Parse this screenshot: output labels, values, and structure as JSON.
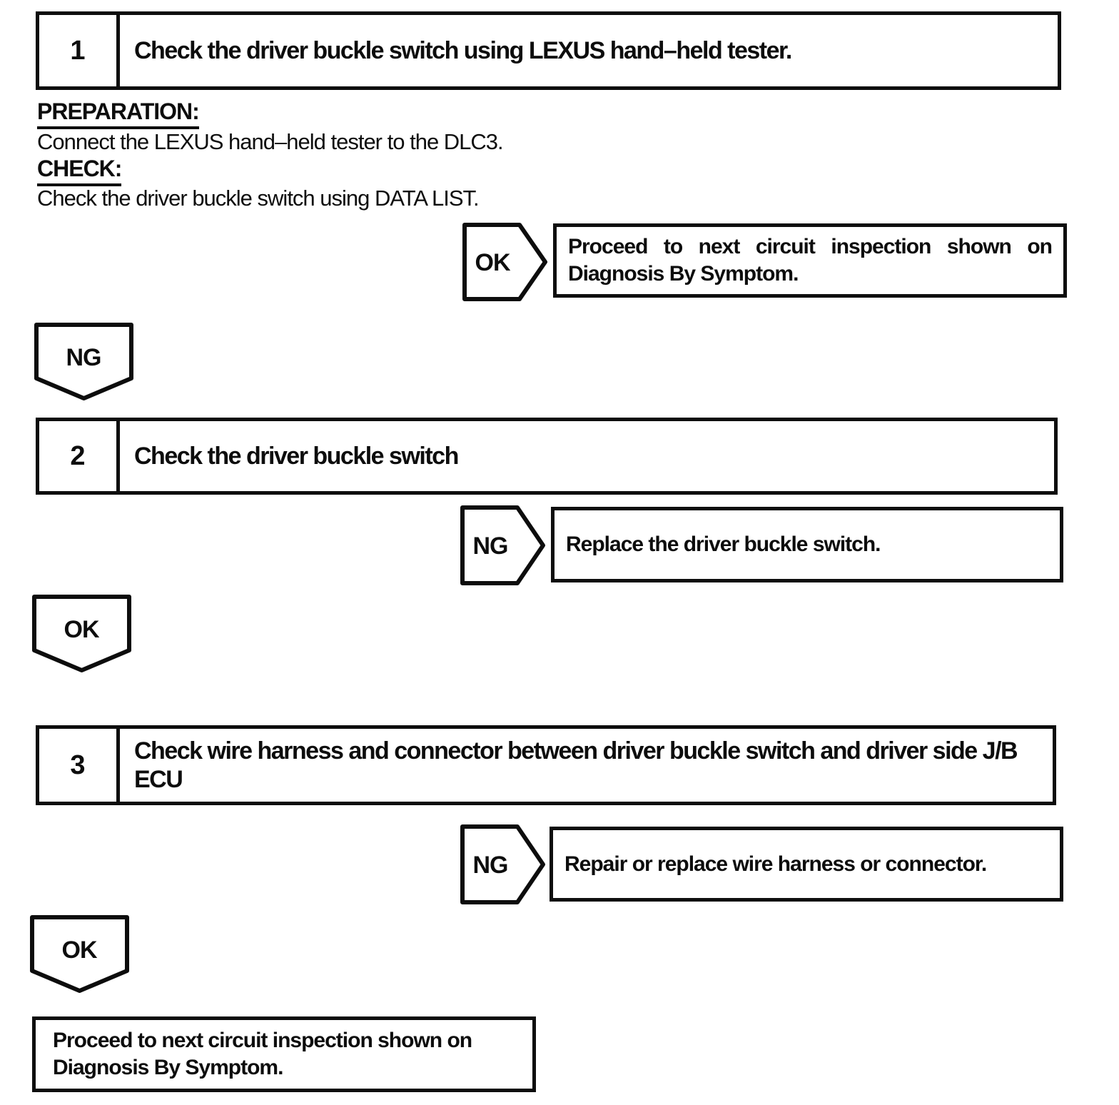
{
  "page": {
    "background_color": "#ffffff",
    "ink_color": "#0d0d0d"
  },
  "step1": {
    "number": "1",
    "title": "Check the driver buckle switch using LEXUS hand–held tester.",
    "preparation_label": "PREPARATION:",
    "preparation_text": "Connect the LEXUS hand–held tester to the DLC3.",
    "check_label": "CHECK:",
    "check_text": "Check the driver buckle switch using DATA LIST."
  },
  "branch1": {
    "label": "OK",
    "result_line1": "Proceed to next circuit inspection shown on",
    "result_line2": "Diagnosis By Symptom."
  },
  "connector1": {
    "label": "NG"
  },
  "step2": {
    "number": "2",
    "title": "Check the driver buckle switch"
  },
  "branch2": {
    "label": "NG",
    "result_line1": "Replace the driver buckle switch."
  },
  "connector2": {
    "label": "OK"
  },
  "step3": {
    "number": "3",
    "title": "Check wire harness and connector between driver buckle switch and driver side J/B ECU"
  },
  "branch3": {
    "label": "NG",
    "result_line1": "Repair or replace wire harness or connector."
  },
  "connector3": {
    "label": "OK"
  },
  "final_box": {
    "line1": "Proceed to next circuit inspection shown on",
    "line2": "Diagnosis By Symptom."
  }
}
